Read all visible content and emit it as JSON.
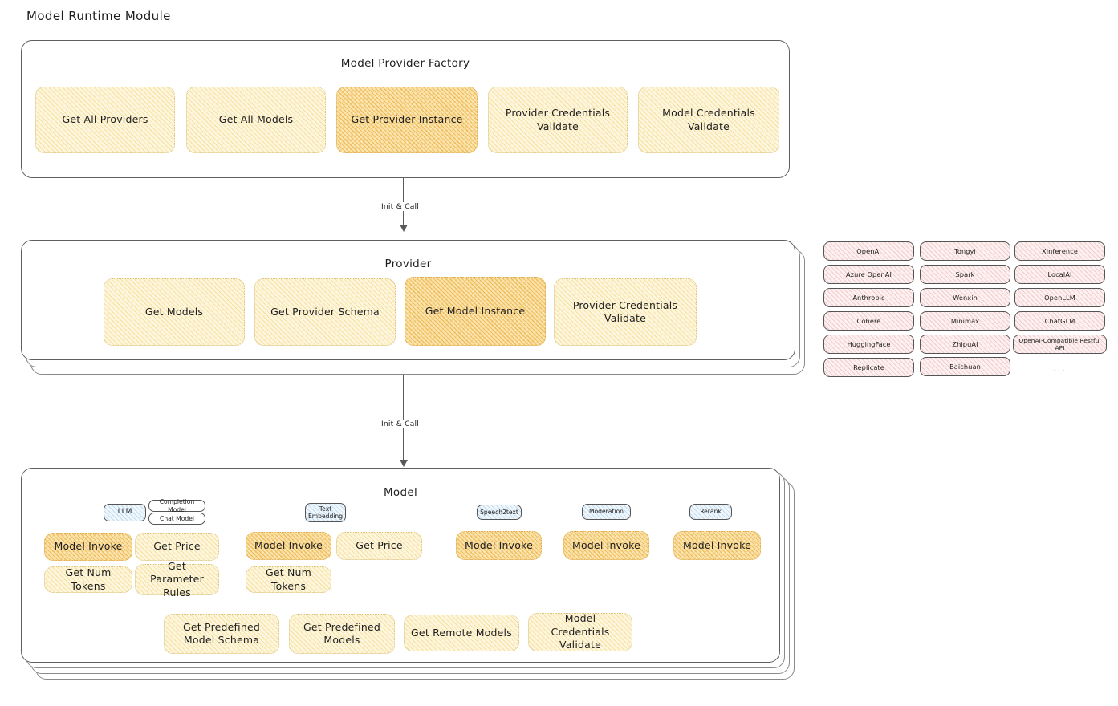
{
  "page": {
    "title": "Model Runtime Module"
  },
  "factory": {
    "title": "Model Provider Factory",
    "methods": [
      {
        "label": "Get All Providers",
        "highlight": false
      },
      {
        "label": "Get All Models",
        "highlight": false
      },
      {
        "label": "Get Provider Instance",
        "highlight": true
      },
      {
        "label": "Provider Credentials Validate",
        "highlight": false
      },
      {
        "label": "Model Credentials Validate",
        "highlight": false
      }
    ]
  },
  "arrow1": {
    "label": "Init & Call"
  },
  "provider": {
    "title": "Provider",
    "methods": [
      {
        "label": "Get Models",
        "highlight": false
      },
      {
        "label": "Get Provider Schema",
        "highlight": false
      },
      {
        "label": "Get Model Instance",
        "highlight": true
      },
      {
        "label": "Provider Credentials Validate",
        "highlight": false
      }
    ]
  },
  "arrow2": {
    "label": "Init & Call"
  },
  "provider_list": {
    "columns": [
      [
        "OpenAI",
        "Azure OpenAI",
        "Anthropic",
        "Cohere",
        "HuggingFace",
        "Replicate"
      ],
      [
        "Tongyi",
        "Spark",
        "Wenxin",
        "Minimax",
        "ZhipuAI",
        "Baichuan"
      ],
      [
        "Xinference",
        "LocalAI",
        "OpenLLM",
        "ChatGLM",
        "OpenAI-Compatible Restful API",
        "..."
      ]
    ]
  },
  "model": {
    "title": "Model",
    "types": [
      {
        "name": "LLM",
        "style": "blue",
        "subtypes": [
          "Completion Model",
          "Chat Model"
        ],
        "methods": [
          {
            "label": "Model Invoke",
            "highlight": true
          },
          {
            "label": "Get Price",
            "highlight": false
          },
          {
            "label": "Get Num Tokens",
            "highlight": false
          },
          {
            "label": "Get Parameter Rules",
            "highlight": false
          }
        ]
      },
      {
        "name": "Text Embedding",
        "style": "blue",
        "subtypes": [],
        "methods": [
          {
            "label": "Model Invoke",
            "highlight": true
          },
          {
            "label": "Get Price",
            "highlight": false
          },
          {
            "label": "Get Num Tokens",
            "highlight": false
          }
        ]
      },
      {
        "name": "Speech2text",
        "style": "blue",
        "subtypes": [],
        "methods": [
          {
            "label": "Model Invoke",
            "highlight": true
          }
        ]
      },
      {
        "name": "Moderation",
        "style": "blue",
        "subtypes": [],
        "methods": [
          {
            "label": "Model Invoke",
            "highlight": true
          }
        ]
      },
      {
        "name": "Rerank",
        "style": "blue",
        "subtypes": [],
        "methods": [
          {
            "label": "Model Invoke",
            "highlight": true
          }
        ]
      }
    ],
    "more": "...",
    "shared_methods": [
      {
        "label": "Get Predefined Model Schema"
      },
      {
        "label": "Get Predefined Models"
      },
      {
        "label": "Get Remote Models"
      },
      {
        "label": "Model Credentials Validate"
      }
    ]
  }
}
